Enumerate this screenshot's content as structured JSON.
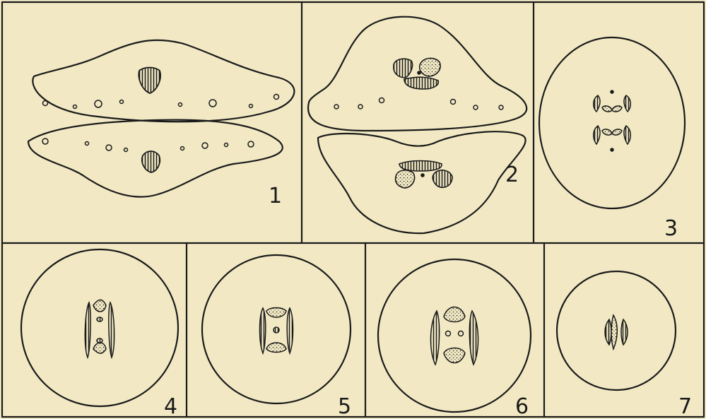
{
  "plate": {
    "background": "#f2e9c4",
    "ink": "#1a1a1a",
    "figures": [
      {
        "id": "fig-1",
        "label": "1"
      },
      {
        "id": "fig-2",
        "label": "2"
      },
      {
        "id": "fig-3",
        "label": "3"
      },
      {
        "id": "fig-4",
        "label": "4"
      },
      {
        "id": "fig-5",
        "label": "5"
      },
      {
        "id": "fig-6",
        "label": "6"
      },
      {
        "id": "fig-7",
        "label": "7"
      }
    ]
  }
}
